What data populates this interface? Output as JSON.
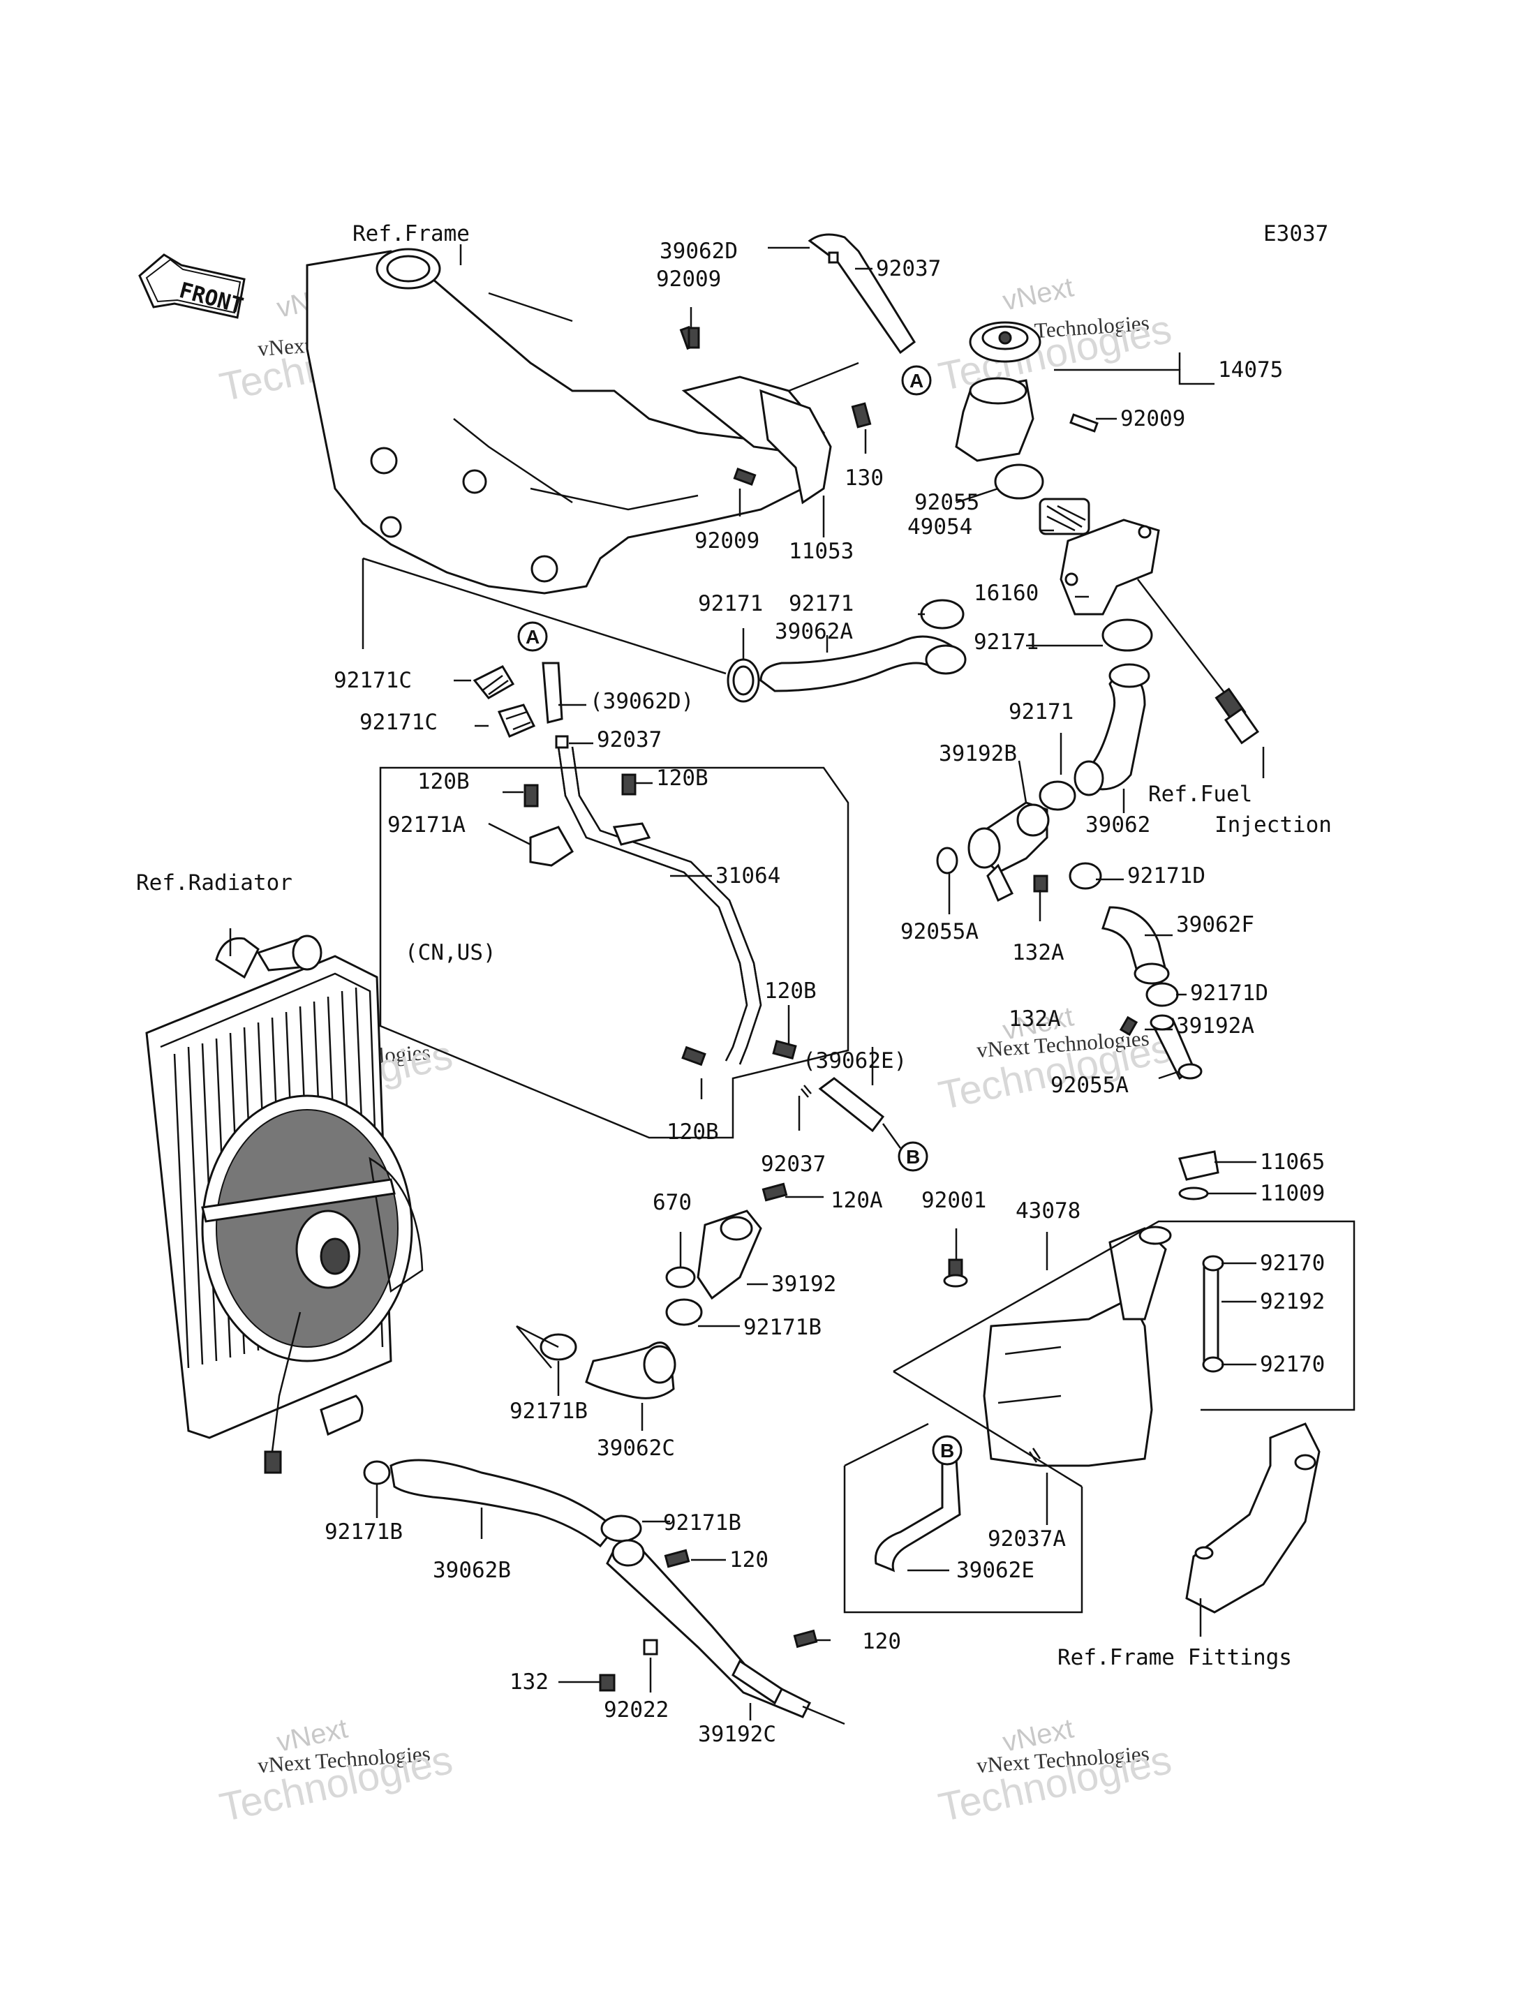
{
  "diagram_code": "E3037",
  "front_label": "FRONT",
  "refs": {
    "frame": "Ref.Frame",
    "radiator": "Ref.Radiator",
    "fuel_line1": "Ref.Fuel",
    "fuel_line2": "Injection",
    "frame_fittings": "Ref.Frame Fittings",
    "cn_us": "(CN,US)"
  },
  "callouts": {
    "a": "A",
    "b": "B"
  },
  "parts": {
    "p39062D": "39062D",
    "p92037_top": "92037",
    "p92009_top": "92009",
    "p14075": "14075",
    "p92009_right": "92009",
    "p130": "130",
    "p92009_bottom": "92009",
    "p11053": "11053",
    "p92055": "92055",
    "p49054": "49054",
    "p92171_a": "92171",
    "p92171_b": "92171",
    "p39062A": "39062A",
    "p16160": "16160",
    "p92171_c": "92171",
    "p92171C_1": "92171C",
    "p39062D_paren": "(39062D)",
    "p92171C_2": "92171C",
    "p92037_mid": "92037",
    "p120B_1": "120B",
    "p120B_2": "120B",
    "p92171A": "92171A",
    "p31064": "31064",
    "p92171_d": "92171",
    "p39192B": "39192B",
    "p39062": "39062",
    "p92171D_1": "92171D",
    "p92055A_1": "92055A",
    "p132A_1": "132A",
    "p39062F": "39062F",
    "p120B_3": "120B",
    "p92171D_2": "92171D",
    "p132A_2": "132A",
    "p39192A": "39192A",
    "p92055A_2": "92055A",
    "p39062E_paren": "(39062E)",
    "p120B_4": "120B",
    "p92037_low": "92037",
    "p11065": "11065",
    "p11009": "11009",
    "p670": "670",
    "p120A": "120A",
    "p92001": "92001",
    "p43078": "43078",
    "p39192": "39192",
    "p92170_1": "92170",
    "p92192": "92192",
    "p92171B_1": "92171B",
    "p92170_2": "92170",
    "p92171B_2": "92171B",
    "p39062C": "39062C",
    "p92171B_3": "92171B",
    "p92171B_4": "92171B",
    "p120_1": "120",
    "p92037A": "92037A",
    "p39062B": "39062B",
    "p39062E": "39062E",
    "p120_2": "120",
    "p132": "132",
    "p92022": "92022",
    "p39192C": "39192C"
  },
  "watermark": {
    "line1": "vNext",
    "line2": "vNext Technologies",
    "line3": "Technologies"
  }
}
